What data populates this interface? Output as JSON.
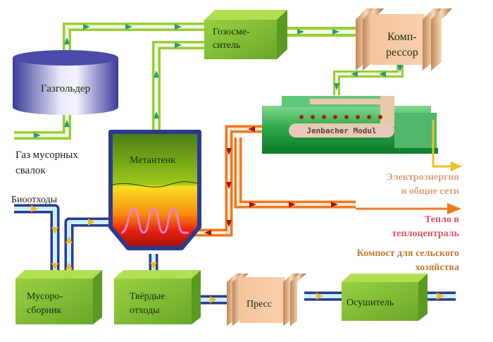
{
  "colors": {
    "gas_pipe": "#9acd32",
    "gas_pipe_inner": "#eefbe0",
    "gas_arrow": "#2a9a7a",
    "waste_pipe": "#2b3a8f",
    "waste_pipe_inner": "#c8f0ff",
    "waste_arrow": "#f0b820",
    "heat_pipe": "#f07820",
    "heat_pipe_inner": "#fde8d0",
    "heat_arrow": "#b01010",
    "electric_arrow": "#f0c020",
    "green_box": "#8cc83c",
    "peach_box": "#f8c8a0",
    "tank_outline": "#2b3a8f",
    "electricity_text": "#e0a080",
    "heat_text": "#e05060",
    "compost_text": "#c07830"
  },
  "nodes": {
    "gasholder": "Газгольдер",
    "gas_mixer_line1": "Гозосме-",
    "gas_mixer_line2": "ситель",
    "compressor_line1": "Комп-",
    "compressor_line2": "рессор",
    "engine_label": "Jenbacher Modul",
    "digester": "Метантенк",
    "waste_collector_line1": "Мусоро-",
    "waste_collector_line2": "сборник",
    "solid_waste_line1": "Твёрдые",
    "solid_waste_line2": "отходы",
    "press": "Пресс",
    "dryer": "Осушитель"
  },
  "labels": {
    "landfill_gas_line1": "Газ мусорных",
    "landfill_gas_line2": "свалок",
    "biowaste": "Биоотходы",
    "electricity_line1": "Электроэнергия",
    "electricity_line2": "в общие сети",
    "heat_line1": "Тепло в",
    "heat_line2": "теплоцентраль",
    "compost_line1": "Компост для сельского",
    "compost_line2": "хозяйства"
  }
}
